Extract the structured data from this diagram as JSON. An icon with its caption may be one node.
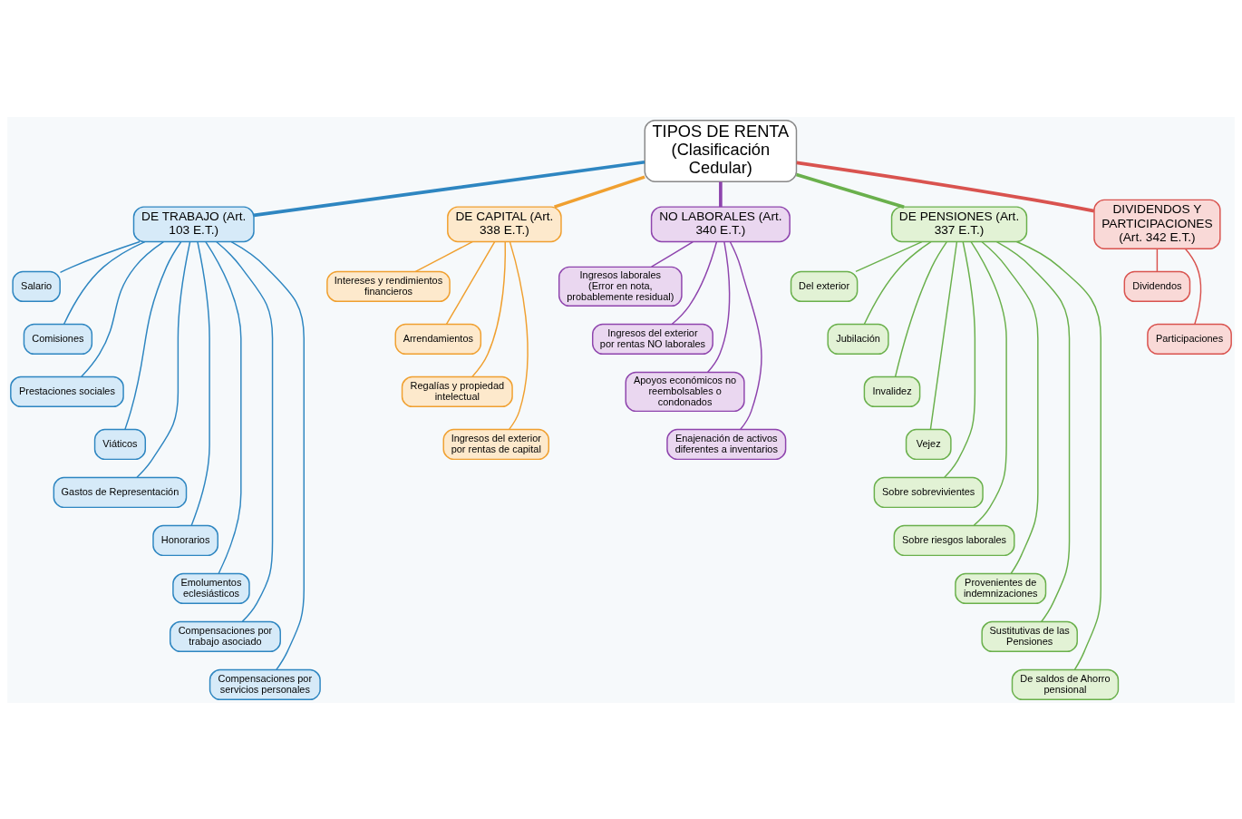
{
  "diagram": {
    "nodes": [
      {
        "text": [
          "TIPOS DE RENTA (Clasificación Cedular)"
        ]
      },
      {
        "text": [
          "DE TRABAJO (Art. 103 E.T.)"
        ]
      },
      {
        "text": [
          "Salario"
        ]
      },
      {
        "text": [
          "Comisiones"
        ]
      },
      {
        "text": [
          "Prestaciones sociales"
        ]
      },
      {
        "text": [
          "Viáticos"
        ]
      },
      {
        "text": [
          "Gastos de Representación"
        ]
      },
      {
        "text": [
          "Honorarios"
        ]
      },
      {
        "text": [
          "Emolumentos eclesiásticos"
        ]
      },
      {
        "text": [
          "Compensaciones por trabajo asociado"
        ]
      },
      {
        "text": [
          "Compensaciones por servicios personales"
        ]
      },
      {
        "text": [
          "DE CAPITAL (Art. 338 E.T.)"
        ]
      },
      {
        "text": [
          "Intereses y rendimientos financieros"
        ]
      },
      {
        "text": [
          "Arrendamientos"
        ]
      },
      {
        "text": [
          "Regalías y propiedad intelectual"
        ]
      },
      {
        "text": [
          "Ingresos del exterior por rentas de capital"
        ]
      },
      {
        "text": [
          "NO LABORALES (Art. 340 E.T.)"
        ]
      },
      {
        "text": [
          "Ingresos laborales (Error en nota, probablemente residual)"
        ]
      },
      {
        "text": [
          "Ingresos del exterior por rentas NO laborales"
        ]
      },
      {
        "text": [
          "Apoyos económicos no reembolsables o condonados"
        ]
      },
      {
        "text": [
          "Enajenación de activos diferentes a inventarios"
        ]
      },
      {
        "text": [
          "DE PENSIONES (Art. 337 E.T.)"
        ]
      },
      {
        "text": [
          "Del exterior"
        ]
      },
      {
        "text": [
          "Jubilación"
        ]
      },
      {
        "text": [
          "Invalidez"
        ]
      },
      {
        "text": [
          "Vejez"
        ]
      },
      {
        "text": [
          "Sobre sobrevivientes"
        ]
      },
      {
        "text": [
          "Sobre riesgos laborales"
        ]
      },
      {
        "text": [
          "Provenientes de indemnizaciones"
        ]
      },
      {
        "text": [
          "Sustitutivas de las Pensiones"
        ]
      },
      {
        "text": [
          "De saldos de Ahorro pensional"
        ]
      },
      {
        "text": [
          "DIVIDENDOS Y PARTICIPACIONES (Art. 342 E.T.)"
        ]
      },
      {
        "text": [
          "Dividendos"
        ]
      },
      {
        "text": [
          "Participaciones"
        ]
      }
    ],
    "edges": [
      {
        "from": 0,
        "to": 1,
        "arrow": "none",
        "style": "thick",
        "color": "#2e86c1"
      },
      {
        "from": 0,
        "to": 11,
        "arrow": "none",
        "style": "thick",
        "color": "#f0a030"
      },
      {
        "from": 0,
        "to": 16,
        "arrow": "none",
        "style": "thick",
        "color": "#8e44ad"
      },
      {
        "from": 0,
        "to": 21,
        "arrow": "none",
        "style": "thick",
        "color": "#6ab04c"
      },
      {
        "from": 0,
        "to": 31,
        "arrow": "none",
        "style": "thick",
        "color": "#d9534f"
      },
      {
        "from": 1,
        "to": 2,
        "arrow": "none",
        "color": "#2e86c1"
      },
      {
        "from": 1,
        "to": 3,
        "arrow": "none",
        "color": "#2e86c1"
      },
      {
        "from": 1,
        "to": 4,
        "arrow": "none",
        "color": "#2e86c1"
      },
      {
        "from": 1,
        "to": 5,
        "arrow": "none",
        "color": "#2e86c1"
      },
      {
        "from": 1,
        "to": 6,
        "arrow": "none",
        "color": "#2e86c1"
      },
      {
        "from": 1,
        "to": 7,
        "arrow": "none",
        "color": "#2e86c1"
      },
      {
        "from": 1,
        "to": 8,
        "arrow": "none",
        "color": "#2e86c1"
      },
      {
        "from": 1,
        "to": 9,
        "arrow": "none",
        "color": "#2e86c1"
      },
      {
        "from": 1,
        "to": 10,
        "arrow": "none",
        "color": "#2e86c1"
      },
      {
        "from": 11,
        "to": 12,
        "arrow": "none",
        "color": "#f0a030"
      },
      {
        "from": 11,
        "to": 13,
        "arrow": "none",
        "color": "#f0a030"
      },
      {
        "from": 11,
        "to": 14,
        "arrow": "none",
        "color": "#f0a030"
      },
      {
        "from": 11,
        "to": 15,
        "arrow": "none",
        "color": "#f0a030"
      },
      {
        "from": 16,
        "to": 17,
        "arrow": "none",
        "color": "#8e44ad"
      },
      {
        "from": 16,
        "to": 18,
        "arrow": "none",
        "color": "#8e44ad"
      },
      {
        "from": 16,
        "to": 19,
        "arrow": "none",
        "color": "#8e44ad"
      },
      {
        "from": 16,
        "to": 20,
        "arrow": "none",
        "color": "#8e44ad"
      },
      {
        "from": 21,
        "to": 22,
        "arrow": "none",
        "color": "#6ab04c"
      },
      {
        "from": 21,
        "to": 23,
        "arrow": "none",
        "color": "#6ab04c"
      },
      {
        "from": 21,
        "to": 24,
        "arrow": "none",
        "color": "#6ab04c"
      },
      {
        "from": 21,
        "to": 25,
        "arrow": "none",
        "color": "#6ab04c"
      },
      {
        "from": 21,
        "to": 26,
        "arrow": "none",
        "color": "#6ab04c"
      },
      {
        "from": 21,
        "to": 27,
        "arrow": "none",
        "color": "#6ab04c"
      },
      {
        "from": 21,
        "to": 28,
        "arrow": "none",
        "color": "#6ab04c"
      },
      {
        "from": 21,
        "to": 29,
        "arrow": "none",
        "color": "#6ab04c"
      },
      {
        "from": 21,
        "to": 30,
        "arrow": "none",
        "color": "#6ab04c"
      },
      {
        "from": 31,
        "to": 32,
        "arrow": "none",
        "color": "#d9534f"
      },
      {
        "from": 31,
        "to": 33,
        "arrow": "none",
        "color": "#d9534f"
      }
    ]
  }
}
